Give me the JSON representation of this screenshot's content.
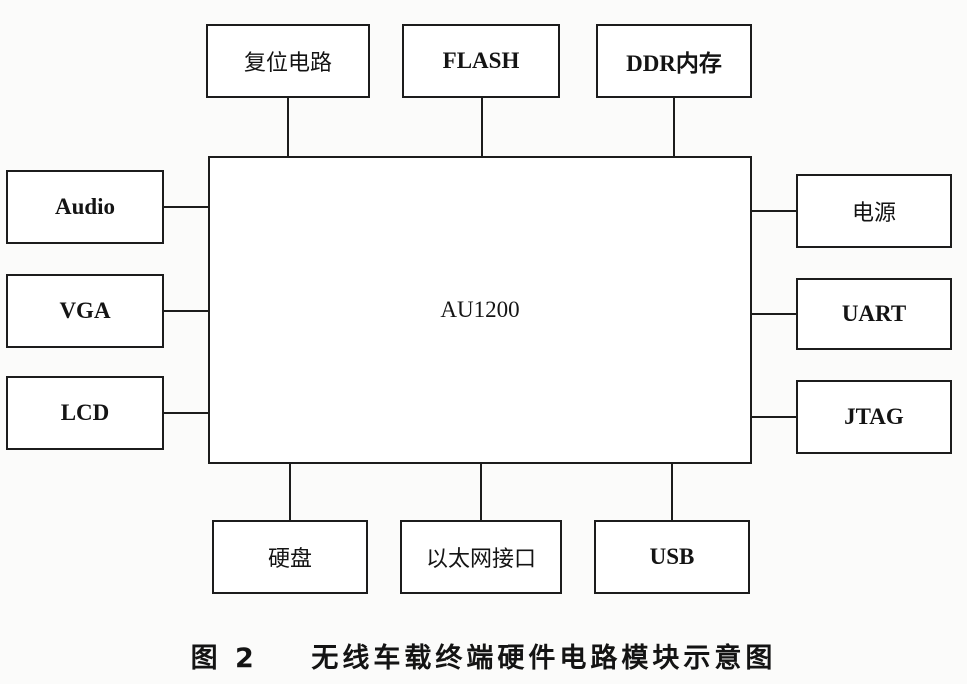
{
  "diagram": {
    "center": "AU1200",
    "top": [
      "复位电路",
      "FLASH",
      "DDR内存"
    ],
    "left": [
      "Audio",
      "VGA",
      "LCD"
    ],
    "right": [
      "电源",
      "UART",
      "JTAG"
    ],
    "bottom": [
      "硬盘",
      "以太网接口",
      "USB"
    ]
  },
  "caption": {
    "figure_number": "图 2",
    "title": "无线车载终端硬件电路模块示意图"
  }
}
